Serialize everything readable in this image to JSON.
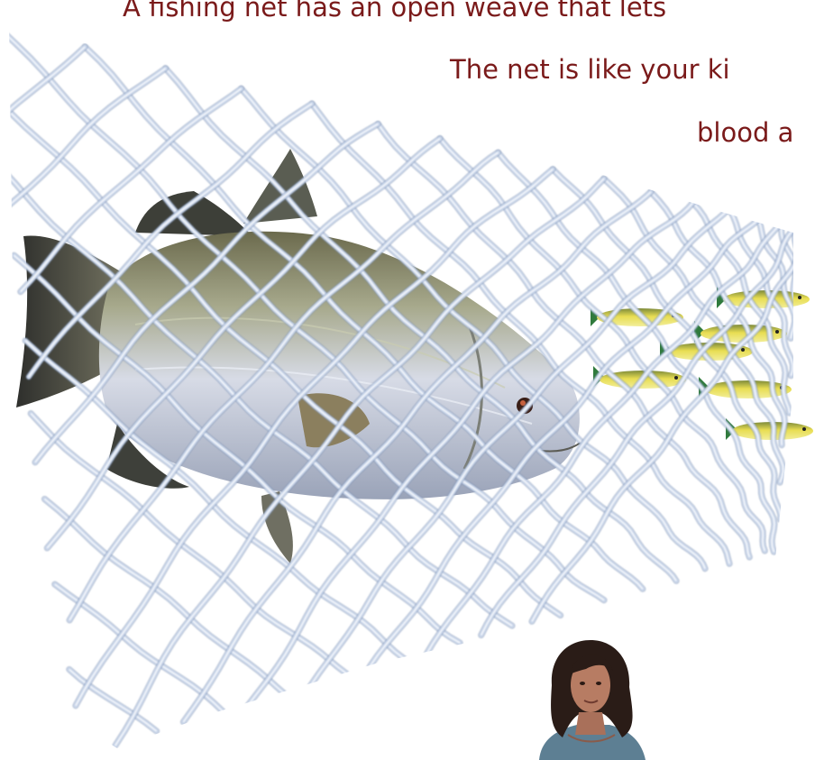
{
  "caption": {
    "line1": "A fishing net has an open weave that lets",
    "line2": "The net is like your ki",
    "line3": "blood a"
  },
  "colors": {
    "caption_text": "#7a1a1a",
    "net": "#c9d6ea",
    "net_shadow": "#6f87ad",
    "big_fish_body": "#b9c0cf",
    "small_fish_body": "#e3d64a",
    "small_fish_fin": "#2f7a3c"
  },
  "icons": {
    "net": "fishing-net-illustration",
    "big_fish": "barramundi-illustration",
    "small_fish": "small-fish-school-illustration",
    "person": "person-portrait-illustration"
  }
}
